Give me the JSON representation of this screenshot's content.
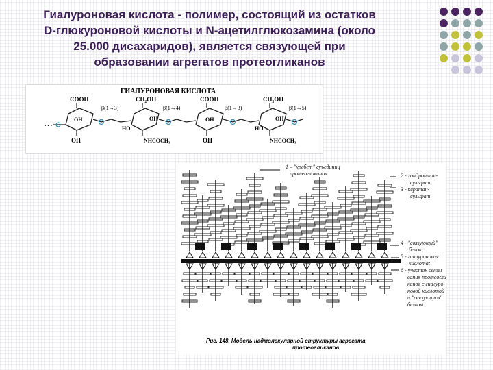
{
  "title": {
    "line1": "Гиалуроновая кислота - полимер, состоящий из остатков",
    "line2": "D-глюкуроновой кислоты и N-ацетилглюкозамина (около",
    "line3": "25.000 дисахаридов),  является связующей при",
    "line4": "образовании агрегатов протеогликанов"
  },
  "colors": {
    "title": "#3d1f57",
    "dot_purple": "#4a2360",
    "dot_gray": "#8fa6a9",
    "dot_olive": "#c2c23a",
    "dot_lavender": "#c9c5dc"
  },
  "structure": {
    "heading": "ГИАЛУРОНОВАЯ КИСЛОТА",
    "ellipsis": "…",
    "cooh1": "COOH",
    "ch2oh": "CH₂OH",
    "cooh2": "COOH",
    "ch3oh": "CH₃OH",
    "link1": "β(1→3)",
    "link2": "β(1→4)",
    "link3": "β(1→3)",
    "link4": "β(1→5)",
    "oh1": "OH",
    "oh1b": "OH",
    "oh2": "OH",
    "oh3": "OH",
    "oh3b": "OH",
    "oh4": "OH",
    "ho2": "HO",
    "ho4": "HO",
    "nhcoch3_a": "NHCOCH₃",
    "nhcoch3_b": "NHCOCH₃"
  },
  "figure": {
    "l1a": "1 – \"хребет\" суъединиц",
    "l1b": "протеогликанов:",
    "l2a": "2 - хондроитин-",
    "l2b": "сульфат",
    "l3a": "3 - кератан-",
    "l3b": "сульфат",
    "l4a": "4 - \"связующий\"",
    "l4b": "белок:",
    "l5a": "5 - гиалуроновая",
    "l5b": "кислота;",
    "l6a": "6 - участок связы",
    "l6b": "вания протеогли",
    "l6c": "канов с гиалуро-",
    "l6d": "новой кислотой",
    "l6e": "и \"связующим\"",
    "l6f": "белком",
    "caption1": "Рис. 148. Модель надмолекулярной структуры агрегата",
    "caption2": "протеогликанов"
  }
}
